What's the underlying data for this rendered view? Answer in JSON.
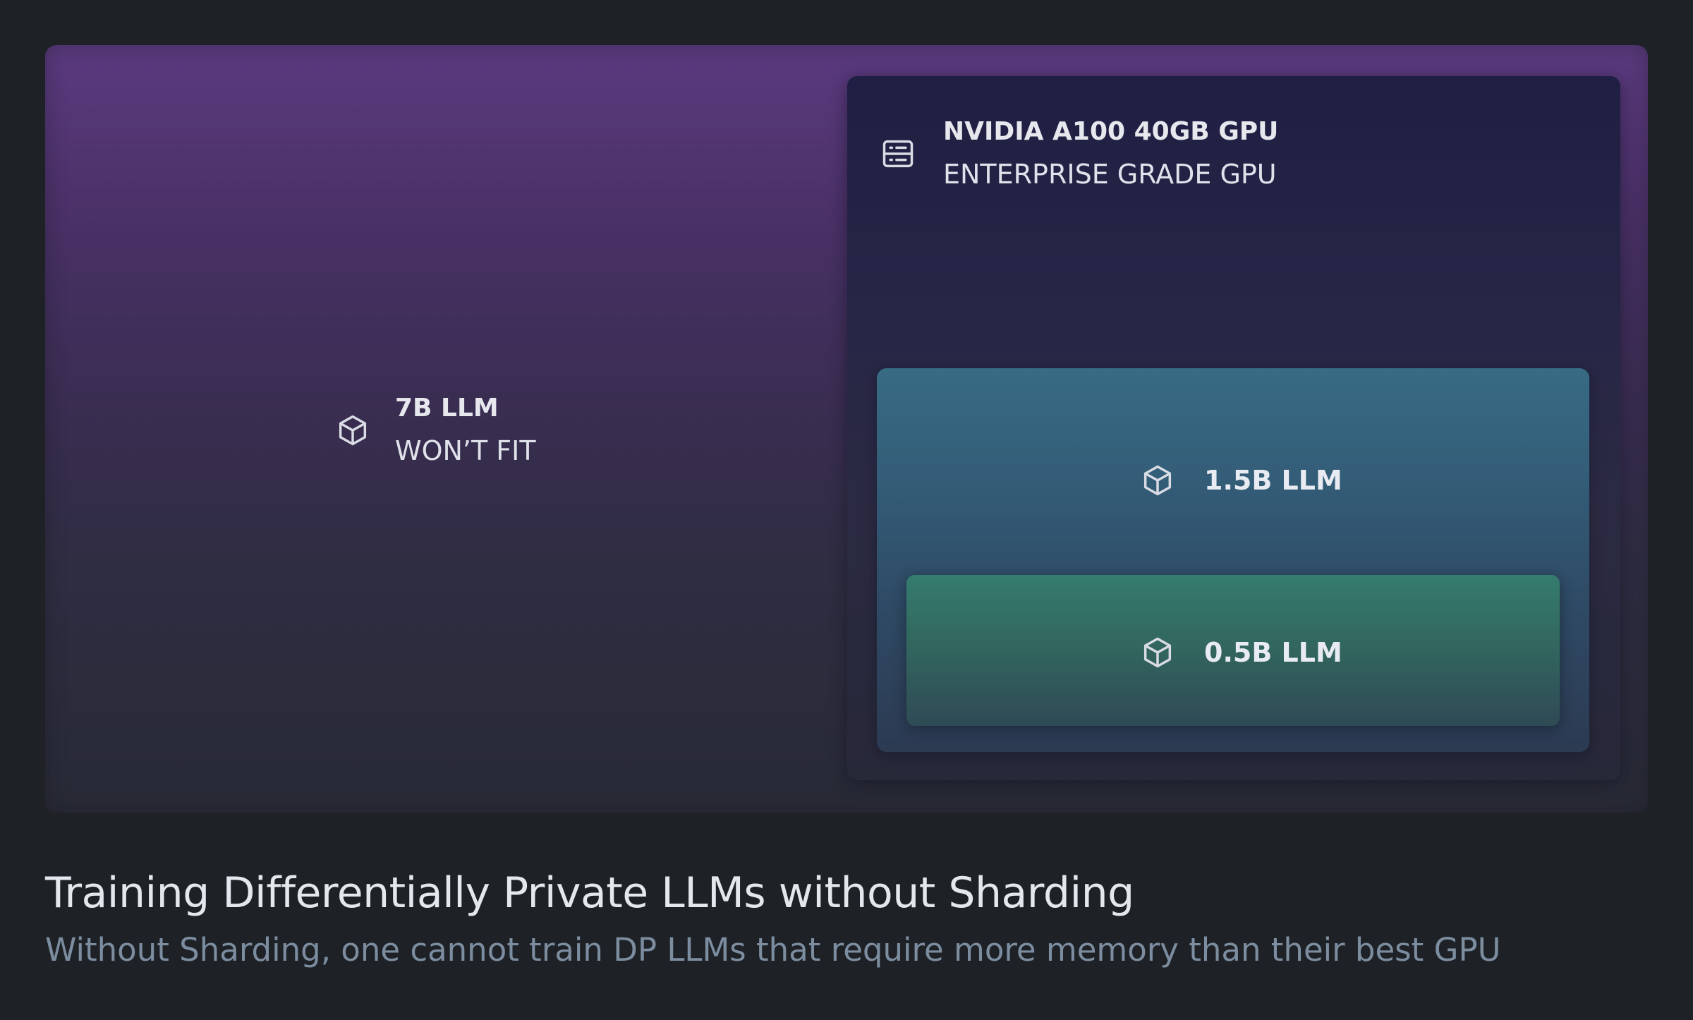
{
  "diagram": {
    "large_model": {
      "icon": "cube-icon",
      "name": "7B LLM",
      "status": "WON’T FIT"
    },
    "gpu": {
      "icon": "server-icon",
      "name": "NVIDIA A100 40GB GPU",
      "subtitle": "ENTERPRISE GRADE GPU"
    },
    "medium_model": {
      "icon": "cube-icon",
      "name": "1.5B LLM"
    },
    "small_model": {
      "icon": "cube-icon",
      "name": "0.5B LLM"
    },
    "colors": {
      "purple": "#5b3a7f",
      "gpu_box": "#1f1f44",
      "blue_model": "#386b84",
      "green_model": "#357c6e"
    }
  },
  "caption": {
    "title": "Training Differentially Private LLMs without Sharding",
    "subtitle": "Without Sharding, one cannot train DP LLMs that require more memory than their best GPU"
  }
}
